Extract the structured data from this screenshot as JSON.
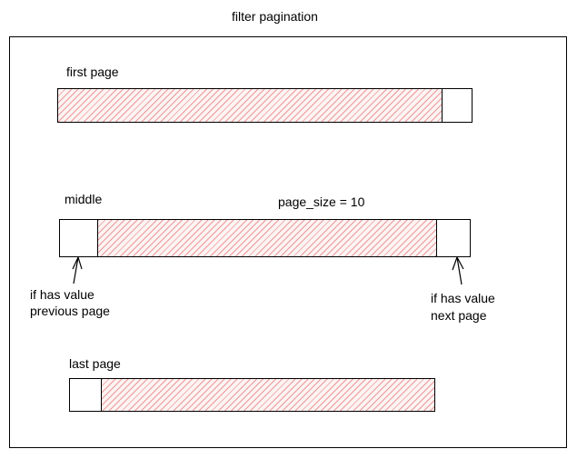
{
  "title": "filter pagination",
  "sections": {
    "first": {
      "label": "first page"
    },
    "middle": {
      "label": "middle",
      "page_size_label": "page_size = 10"
    },
    "last": {
      "label": "last page"
    }
  },
  "annotations": {
    "previous": {
      "line1": "if has value",
      "line2": "previous page"
    },
    "next": {
      "line1": "if has value",
      "line2": "next page"
    }
  },
  "colors": {
    "hatch": "#dc5050",
    "outline": "#000000"
  }
}
